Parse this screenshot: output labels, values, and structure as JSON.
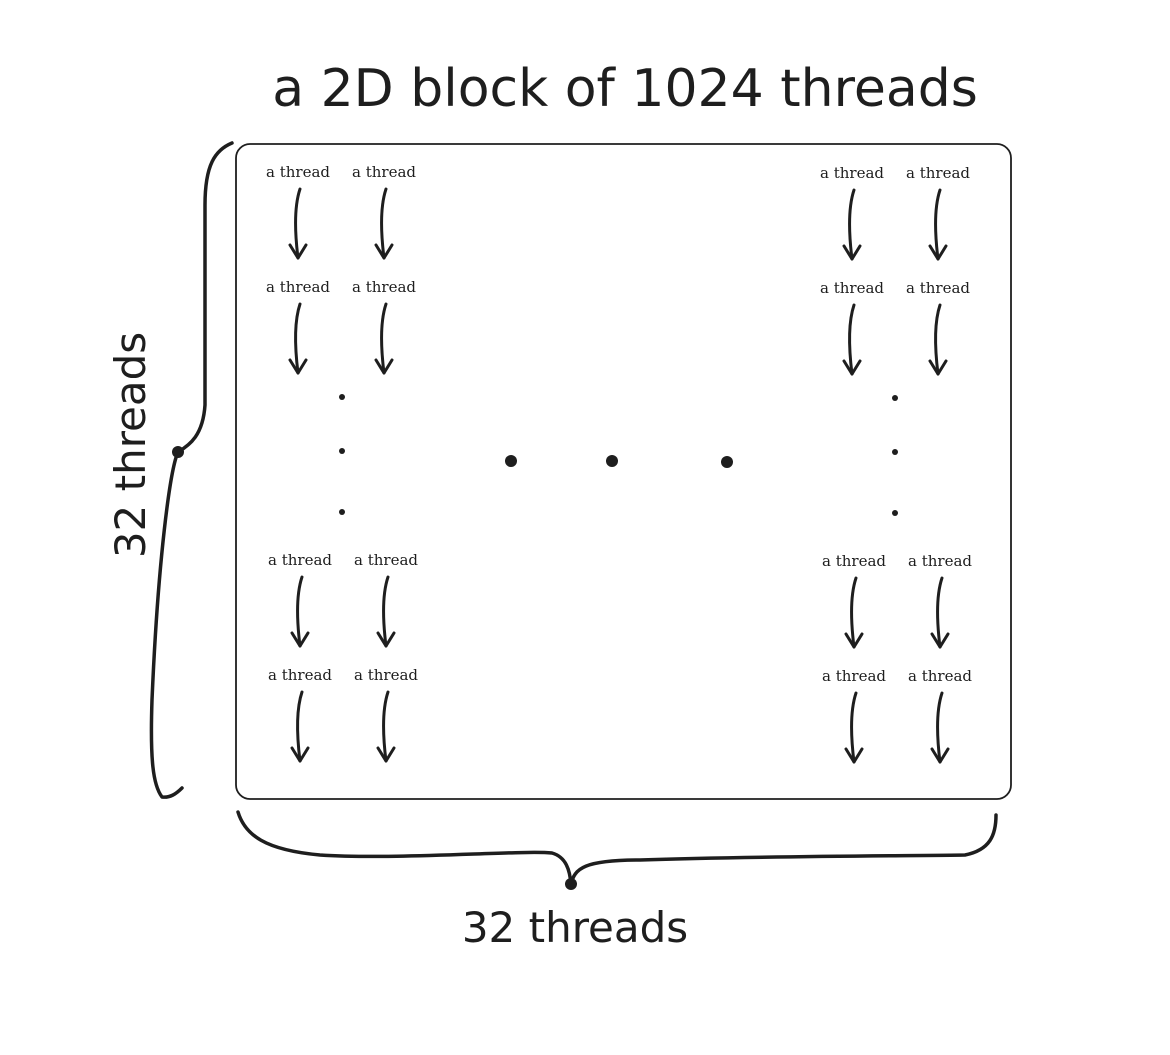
{
  "diagram": {
    "title": "a 2D block of 1024 threads",
    "x_label": "32 threads",
    "y_label": "32 threads",
    "thread_label": "a thread",
    "colors": {
      "ink": "#1e1e1e",
      "background": "#ffffff"
    },
    "groups": [
      {
        "name": "top-left",
        "threads": [
          {
            "label": "a thread"
          },
          {
            "label": "a thread"
          },
          {
            "label": "a thread"
          },
          {
            "label": "a thread"
          }
        ]
      },
      {
        "name": "top-right",
        "threads": [
          {
            "label": "a thread"
          },
          {
            "label": "a thread"
          },
          {
            "label": "a thread"
          },
          {
            "label": "a thread"
          }
        ]
      },
      {
        "name": "bottom-left",
        "threads": [
          {
            "label": "a thread"
          },
          {
            "label": "a thread"
          },
          {
            "label": "a thread"
          },
          {
            "label": "a thread"
          }
        ]
      },
      {
        "name": "bottom-right",
        "threads": [
          {
            "label": "a thread"
          },
          {
            "label": "a thread"
          },
          {
            "label": "a thread"
          },
          {
            "label": "a thread"
          }
        ]
      }
    ]
  }
}
